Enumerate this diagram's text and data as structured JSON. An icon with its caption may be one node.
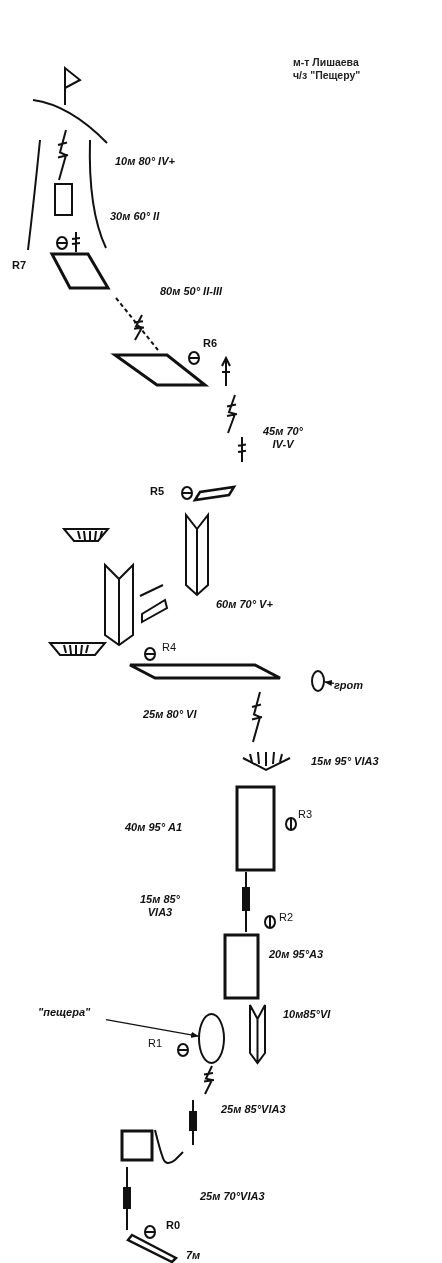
{
  "diagram": {
    "title": "м-т Лишаева ч/з \"Пещеру\"",
    "nodes": [
      {
        "text": [],
        "shape": "circle"
      },
      {
        "text": [
          "грот"
        ]
      },
      {
        "text": [
          "\"пещера\""
        ]
      },
      {
        "text": [],
        "shape": "circle"
      }
    ],
    "edges": [
      {
        "from": 1,
        "to": 0,
        "arrow": "to"
      },
      {
        "from": 2,
        "to": 3,
        "arrow": "to"
      }
    ],
    "labels": [
      "10м 80° IV+",
      "30м 60° II",
      "R7",
      "80м 50° II-III",
      "R6",
      "45м 70° IV-V",
      "R5",
      "60м 70° V+",
      "R4",
      "25м 80° VI",
      "15м 95° VIA3",
      "40м 95° A1",
      "R3",
      "15м 85° VIA3",
      "R2",
      "20м 95°А3",
      "10м85°VI",
      "R1",
      "25м 85°VIA3",
      "25м 70°VIA3",
      "R0",
      "7м"
    ]
  }
}
